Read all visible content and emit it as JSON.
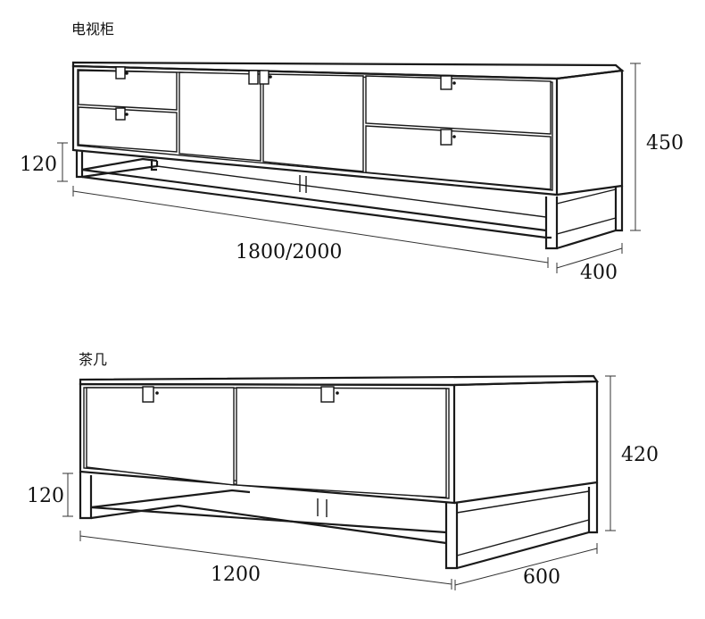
{
  "tv_cabinet": {
    "title": "电视柜",
    "dim_leg_height": "120",
    "dim_total_height": "450",
    "dim_length": "1800/2000",
    "dim_depth": "400"
  },
  "coffee_table": {
    "title": "茶几",
    "dim_leg_height": "120",
    "dim_total_height": "420",
    "dim_length": "1200",
    "dim_depth": "600"
  }
}
